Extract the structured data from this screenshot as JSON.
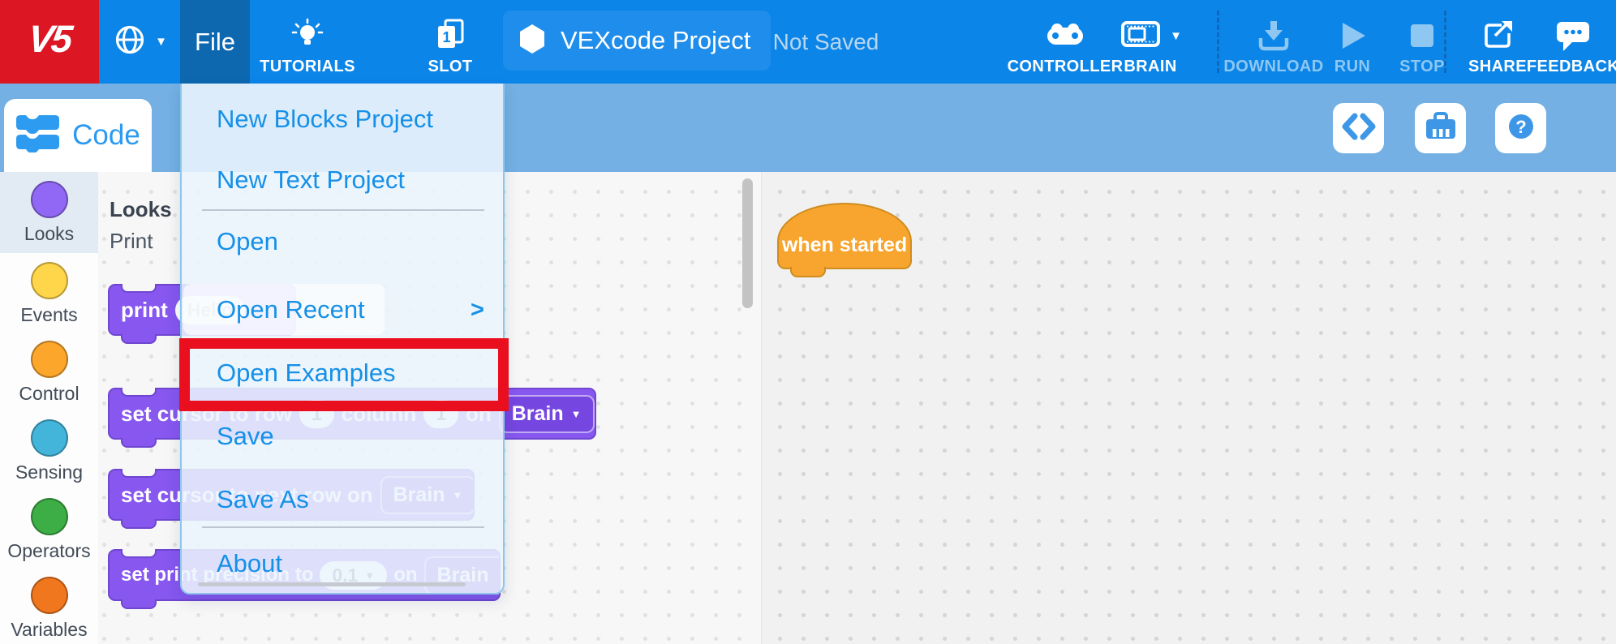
{
  "toolbar": {
    "logo_text": "V5",
    "file_menu_label": "File",
    "tutorials_label": "TUTORIALS",
    "slot_label": "SLOT",
    "slot_number": "1",
    "project_title": "VEXcode Project",
    "save_status": "Not Saved",
    "controller_label": "CONTROLLER",
    "brain_label": "BRAIN",
    "download_label": "DOWNLOAD",
    "run_label": "RUN",
    "stop_label": "STOP",
    "share_label": "SHARE",
    "feedback_label": "FEEDBACK"
  },
  "tab_bar": {
    "code_tab_label": "Code"
  },
  "file_menu": {
    "items": [
      {
        "label": "New Blocks Project"
      },
      {
        "label": "New Text Project"
      },
      {
        "label": "Open"
      },
      {
        "label": "Open Recent",
        "submenu_arrow": ">"
      },
      {
        "label": "Open Examples",
        "highlighted": true
      },
      {
        "label": "Save"
      },
      {
        "label": "Save As"
      },
      {
        "label": "About"
      }
    ]
  },
  "sidebar": {
    "categories": [
      {
        "label": "Looks",
        "color": "#9168f5",
        "selected": true
      },
      {
        "label": "Events",
        "color": "#ffd54a",
        "selected": false
      },
      {
        "label": "Control",
        "color": "#fca62c",
        "selected": false
      },
      {
        "label": "Sensing",
        "color": "#44b5da",
        "selected": false
      },
      {
        "label": "Operators",
        "color": "#3cae45",
        "selected": false
      },
      {
        "label": "Variables",
        "color": "#f1771f",
        "selected": false
      }
    ]
  },
  "palette": {
    "header": "Looks",
    "section": "Print",
    "blocks": {
      "print": {
        "text": "print",
        "input": "Hello"
      },
      "set_cursor": {
        "t1": "set cursor to row",
        "v1": "1",
        "t2": "column",
        "v2": "1",
        "t3": "on",
        "device": "Brain"
      },
      "set_cursor_next": {
        "t1": "set cursor to next row on",
        "device": "Brain"
      },
      "set_precision": {
        "t1": "set print precision to",
        "v1": "0.1",
        "t2": "on",
        "device": "Brain"
      }
    }
  },
  "workspace": {
    "hat_block_label": "when started"
  },
  "colors": {
    "toolbar_blue": "#0c85e8",
    "file_active_blue": "#0d68b0",
    "logo_red": "#dd1624",
    "tab_bar_blue": "#74b0e3",
    "menu_link_blue": "#1590e8",
    "highlight_red": "#e90f1e",
    "block_purple": "#8757f0",
    "hat_orange": "#f7a52e",
    "disabled_blue": "#8ec7f2",
    "sidebar_selected_bg": "#e2ebf3"
  }
}
